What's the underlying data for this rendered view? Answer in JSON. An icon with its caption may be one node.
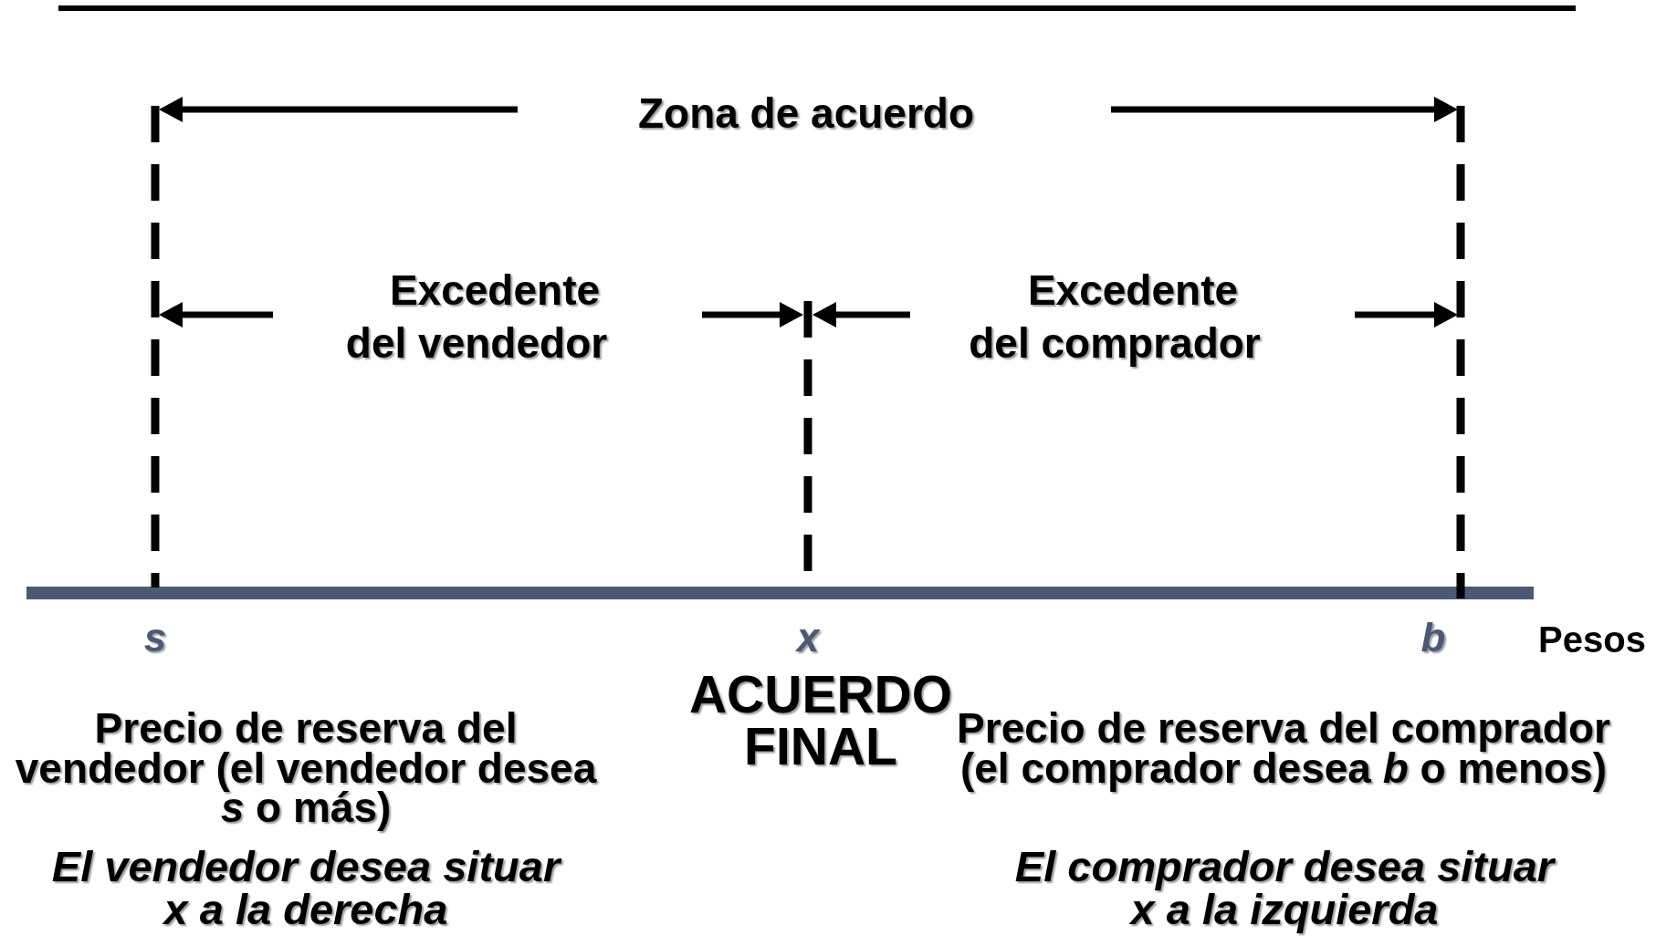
{
  "diagram": {
    "labels": [
      "Zona de acuerdo",
      "Excedente del vendedor",
      "Excedente del comprador",
      "s",
      "x",
      "b",
      "Pesos",
      "Precio de reserva del vendedor (el vendedor desea *s* o más)",
      "ACUERDO FINAL",
      "Precio de reserva del comprador (el comprador desea *b* o menos)",
      "El vendedor desea situar x a la derecha",
      "El comprador desea situar x a la izquierda"
    ]
  }
}
